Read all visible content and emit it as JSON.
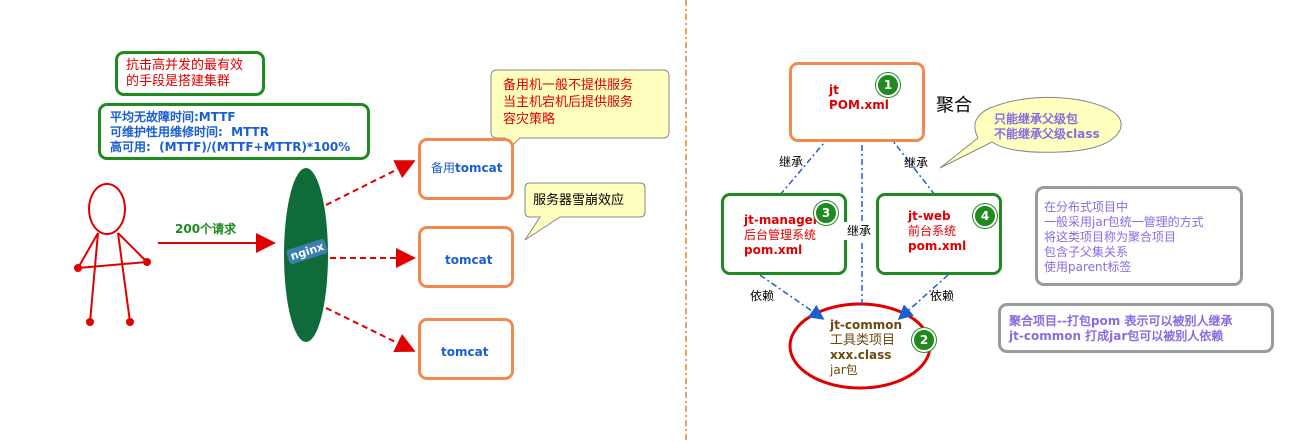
{
  "left": {
    "note_cluster": [
      "抗击高并发的最有效",
      "的手段是搭建集群"
    ],
    "note_metrics": [
      "平均无故障时间:MTTF",
      "可维护性用维修时间:  MTTR",
      "高可用:  (MTTF)/(MTTF+MTTR)*100%"
    ],
    "callout_backup": [
      "备用机一般不提供服务",
      "当主机宕机后提供服务",
      "容灾策略"
    ],
    "callout_avalanche": "服务器雪崩效应",
    "requests_label": "200个请求",
    "nginx_label": "nginx",
    "tomcat_backup": {
      "prefix": "备用",
      "name": "tomcat"
    },
    "tomcat_2": "tomcat",
    "tomcat_3": "tomcat"
  },
  "right": {
    "parent": {
      "line1": "jt",
      "line2": "POM.xml",
      "badge": "1"
    },
    "aggregate_label": "聚合",
    "callout_inherit": [
      "只能继承父级包",
      "不能继承父级class"
    ],
    "manager": {
      "line1": "jt-manager",
      "line2": "后台管理系统",
      "line3": "pom.xml",
      "badge": "3"
    },
    "web": {
      "line1": "jt-web",
      "line2": "前台系统",
      "line3": "pom.xml",
      "badge": "4"
    },
    "common": {
      "line1": "jt-common",
      "line2": "工具类项目",
      "line3": "xxx.class",
      "line4": "jar包",
      "badge": "2"
    },
    "inherit_label_left": "继承",
    "inherit_label_right": "继承",
    "inherit_label_mid": "继承",
    "depend_label_left": "依赖",
    "depend_label_right": "依赖",
    "note_distributed": [
      "在分布式项目中",
      "一般采用jar包统一管理的方式",
      "将这类项目称为聚合项目",
      "包含子父集关系",
      "使用parent标签"
    ],
    "note_packaging": [
      "聚合项目--打包pom 表示可以被别人继承",
      "jt-common 打成jar包可以被别人依赖"
    ]
  },
  "colors": {
    "green": "#1f8a1f",
    "orange": "#f08a50",
    "red": "#e00000",
    "blue": "#1a5fd0",
    "purple": "#8a6be0",
    "divider": "#e8a060"
  }
}
